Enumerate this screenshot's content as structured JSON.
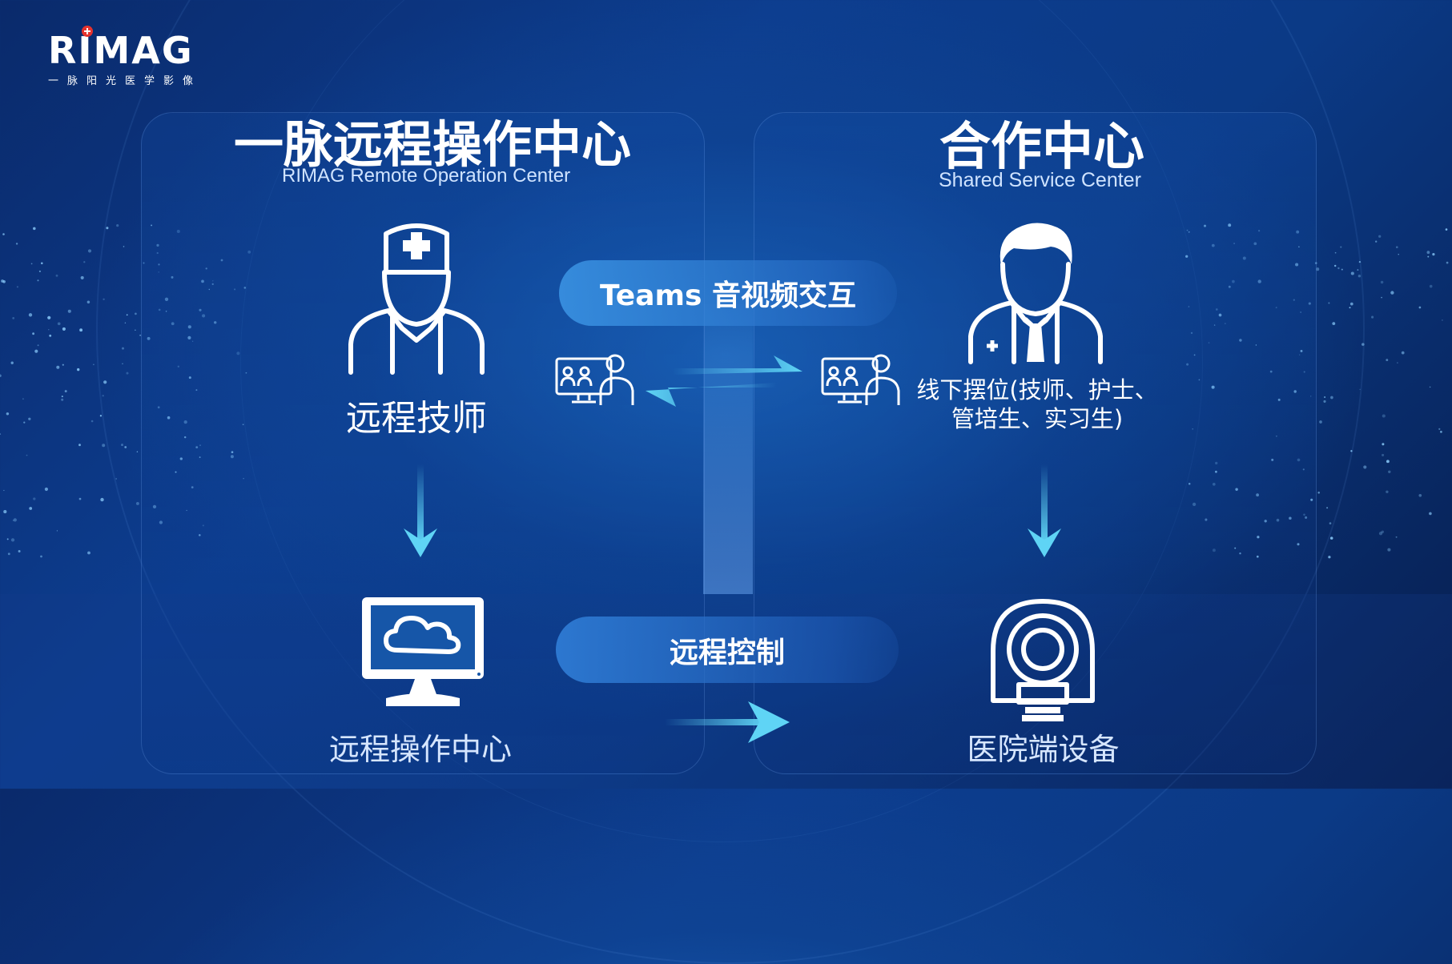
{
  "logo": {
    "brand": "RIMAG",
    "tagline": "一脉阳光医学影像"
  },
  "left": {
    "title": "一脉远程操作中心",
    "subtitle": "RIMAG Remote Operation Center",
    "person_label": "远程技师",
    "station_label": "远程操作中心"
  },
  "right": {
    "title": "合作中心",
    "subtitle": "Shared Service Center",
    "person_label_line1": "线下摆位(技师、护士、",
    "person_label_line2": "管培生、实习生)",
    "device_label": "医院端设备"
  },
  "links": {
    "av_interaction": "Teams 音视频交互",
    "remote_control": "远程控制"
  },
  "colors": {
    "arrow": "#5fd4f5",
    "icon_line": "#ffffff",
    "accent": "#3c96e6"
  }
}
